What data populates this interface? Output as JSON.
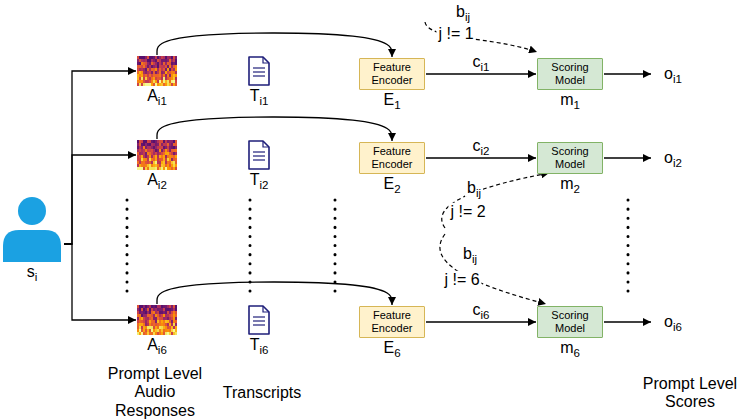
{
  "diagram": {
    "nodes": [
      {
        "text": [
          "si"
        ]
      },
      {
        "text": [
          "Ai1"
        ]
      },
      {
        "text": [
          "Ti1"
        ]
      },
      {
        "text": [
          "Feature Encoder",
          "E1"
        ]
      },
      {
        "text": [
          "Scoring Model",
          "m1"
        ]
      },
      {
        "text": [
          "Ai2"
        ]
      },
      {
        "text": [
          "Ti2"
        ]
      },
      {
        "text": [
          "Feature Encoder",
          "E2"
        ]
      },
      {
        "text": [
          "Scoring Model",
          "m2"
        ]
      },
      {
        "text": [
          "Ai6"
        ]
      },
      {
        "text": [
          "Ti6"
        ]
      },
      {
        "text": [
          "Feature Encoder",
          "E6"
        ]
      },
      {
        "text": [
          "Scoring Model",
          "m6"
        ]
      }
    ],
    "edges": [
      {
        "from": 0,
        "to": 1,
        "arrow": "to"
      },
      {
        "from": 0,
        "to": 5,
        "arrow": "to"
      },
      {
        "from": 0,
        "to": 9,
        "arrow": "to"
      },
      {
        "from": 1,
        "to": 3,
        "arrow": "to"
      },
      {
        "from": 3,
        "to": 4,
        "label": "ci1",
        "arrow": "to"
      },
      {
        "from": 5,
        "to": 7,
        "arrow": "to"
      },
      {
        "from": 7,
        "to": 8,
        "label": "ci2",
        "arrow": "to"
      },
      {
        "from": 9,
        "to": 11,
        "arrow": "to"
      },
      {
        "from": 11,
        "to": 12,
        "label": "ci6",
        "arrow": "to"
      }
    ],
    "labels": [
      "oi1",
      "oi2",
      "oi6",
      "bij",
      "j != 1",
      "bij",
      "j != 2",
      "bij",
      "j != 6",
      "Prompt Level Audio Responses",
      "Transcripts",
      "Prompt Level Scores"
    ]
  }
}
